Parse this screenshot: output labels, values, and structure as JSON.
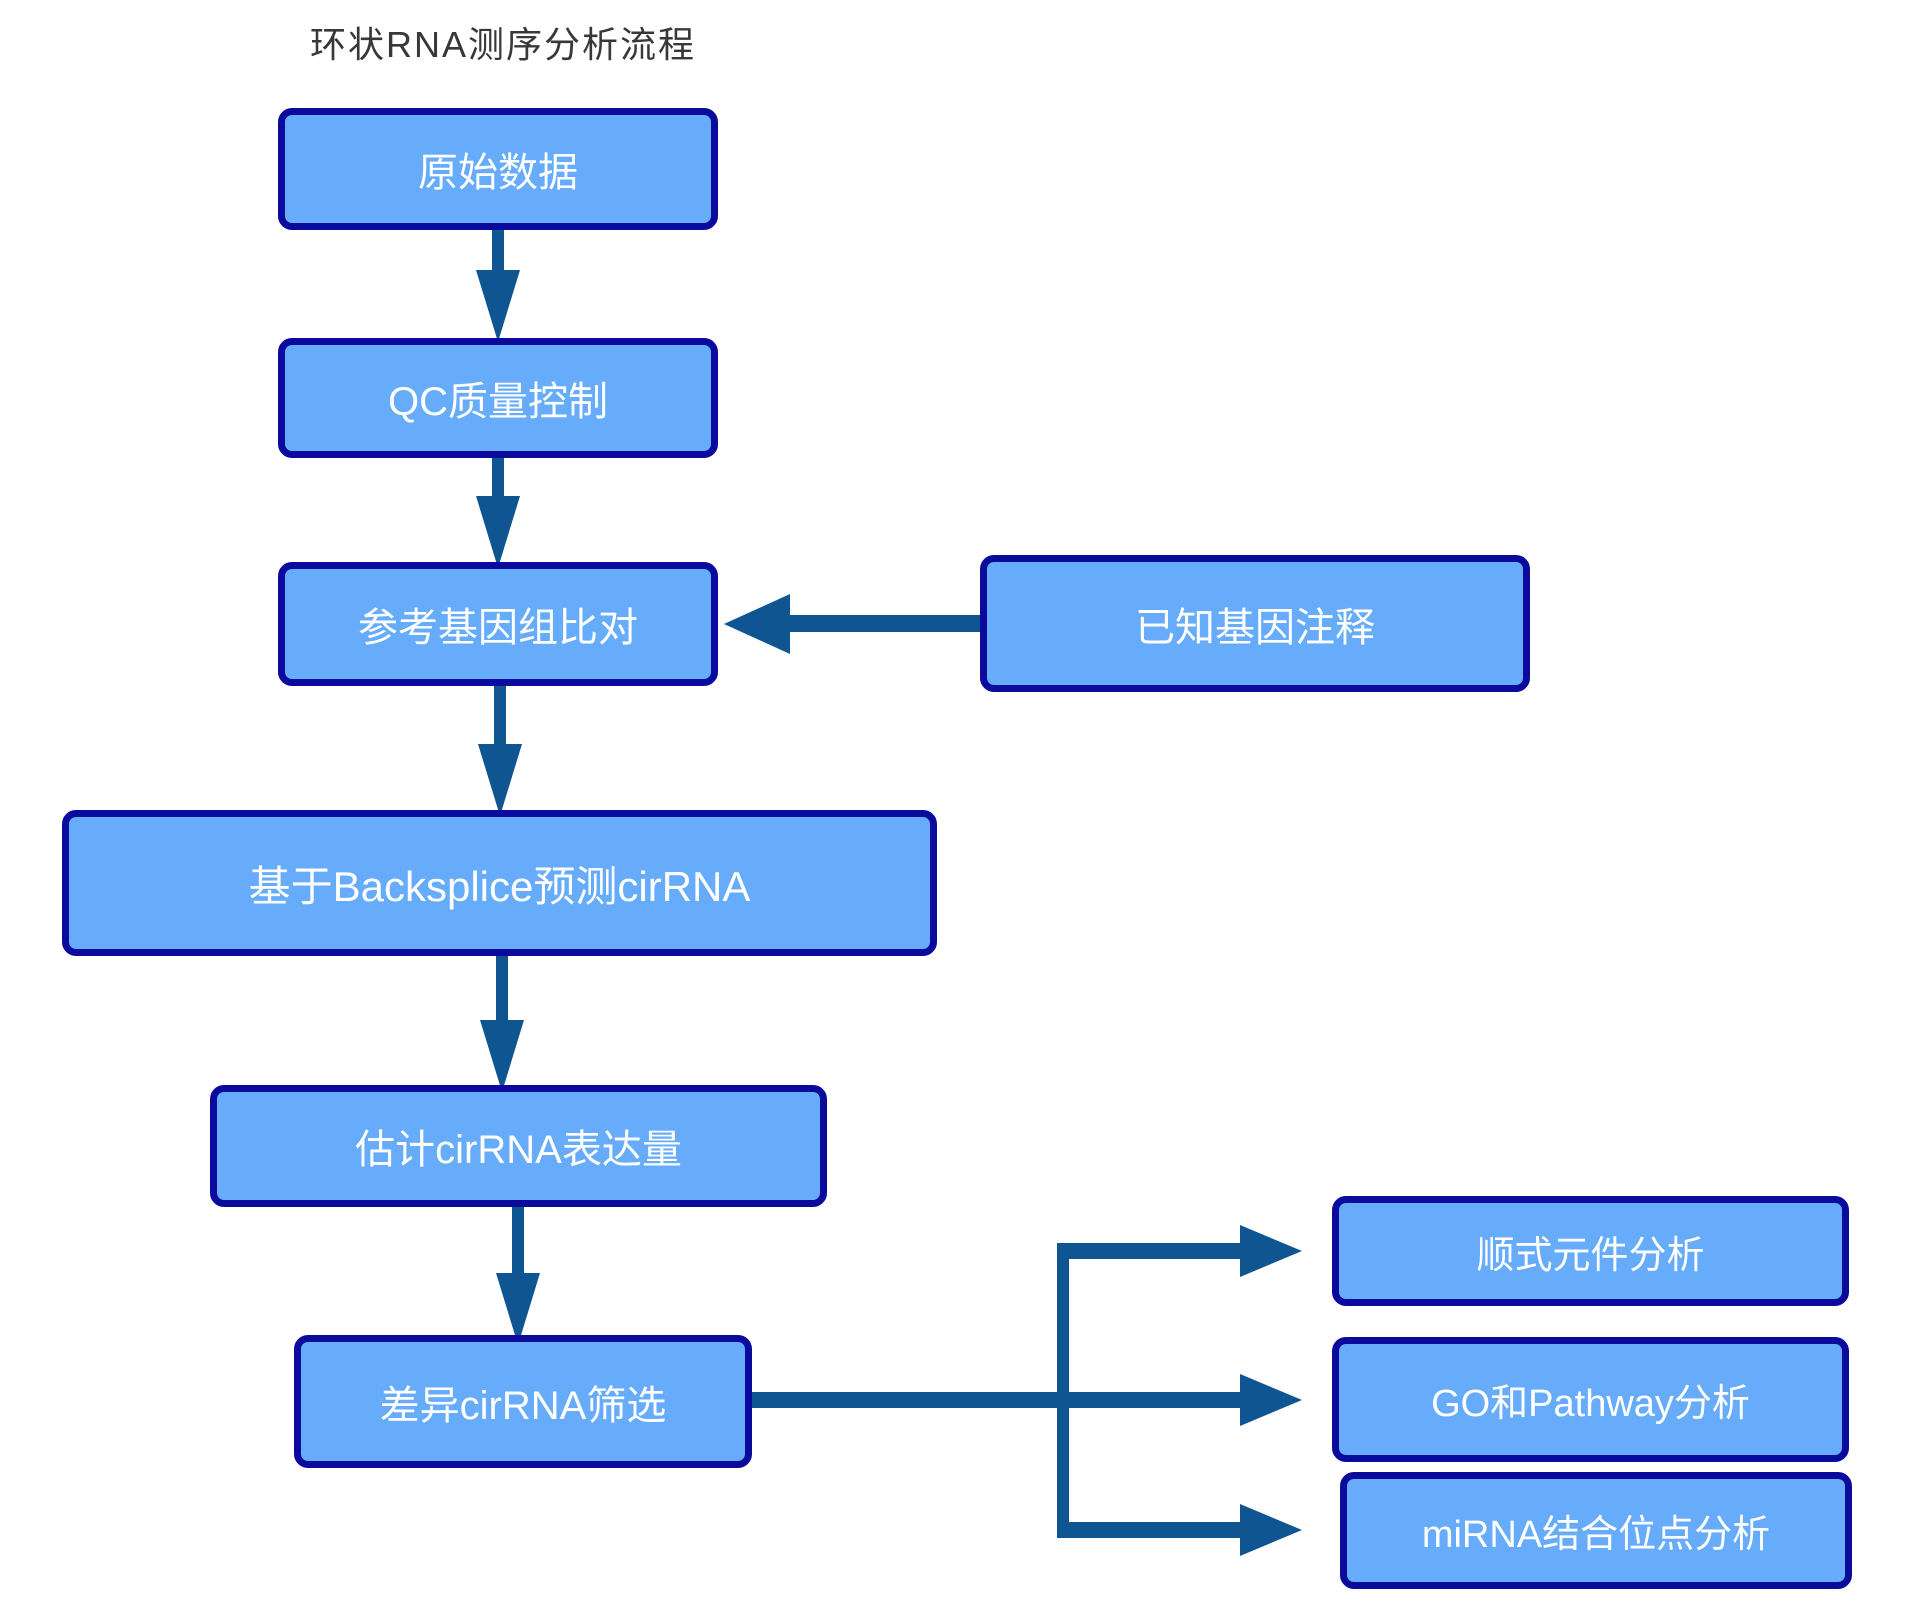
{
  "title": "环状RNA测序分析流程",
  "nodes": {
    "raw_data": {
      "label": "原始数据"
    },
    "qc": {
      "label": "QC质量控制"
    },
    "ref_align": {
      "label": "参考基因组比对"
    },
    "known_annotation": {
      "label": "已知基因注释"
    },
    "backsplice": {
      "label": "基于Backsplice预测cirRNA"
    },
    "expression": {
      "label": "估计cirRNA表达量"
    },
    "diff_screen": {
      "label": "差异cirRNA筛选"
    },
    "cis_element": {
      "label": "顺式元件分析"
    },
    "go_pathway": {
      "label": "GO和Pathway分析"
    },
    "mirna_binding": {
      "label": "miRNA结合位点分析"
    }
  },
  "edges": [
    {
      "from": "原始数据",
      "to": "QC质量控制"
    },
    {
      "from": "QC质量控制",
      "to": "参考基因组比对"
    },
    {
      "from": "已知基因注释",
      "to": "参考基因组比对"
    },
    {
      "from": "参考基因组比对",
      "to": "基于Backsplice预测cirRNA"
    },
    {
      "from": "基于Backsplice预测cirRNA",
      "to": "估计cirRNA表达量"
    },
    {
      "from": "估计cirRNA表达量",
      "to": "差异cirRNA筛选"
    },
    {
      "from": "差异cirRNA筛选",
      "to": "顺式元件分析"
    },
    {
      "from": "差异cirRNA筛选",
      "to": "GO和Pathway分析"
    },
    {
      "from": "差异cirRNA筛选",
      "to": "miRNA结合位点分析"
    }
  ],
  "colors": {
    "node_fill": "#66ACFB",
    "node_border": "#0A0A9D",
    "arrow": "#0E5591",
    "node_text": "#FFFFFF",
    "title_text": "#383838"
  }
}
